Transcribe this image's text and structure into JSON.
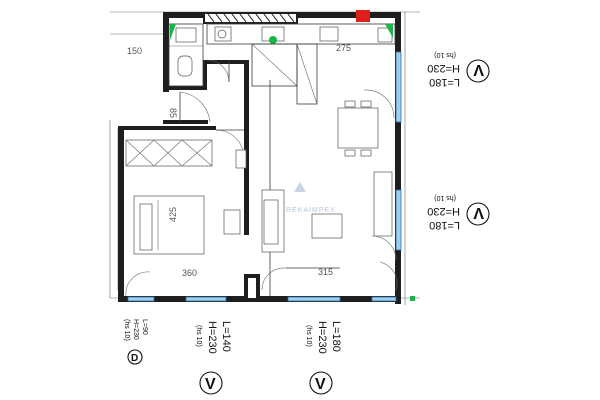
{
  "plan": {
    "dimensions": {
      "top_left": "150",
      "top_right": "275",
      "bedroom_depth": "425",
      "bedroom_width": "360",
      "living_width": "315",
      "corridor": "85"
    },
    "windows": {
      "right_upper": {
        "length": "L=180",
        "height": "H=230",
        "sill": "(hs 10)",
        "type": "V"
      },
      "right_lower": {
        "length": "L=180",
        "height": "H=230",
        "sill": "(hs 10)",
        "type": "V"
      },
      "bottom_left": {
        "length": "L=140",
        "height": "H=230",
        "sill": "(hs 10)",
        "type": "V"
      },
      "bottom_right": {
        "length": "L=180",
        "height": "H=230",
        "sill": "(hs 10)",
        "type": "V"
      },
      "door": {
        "length": "L=90",
        "height": "H=230",
        "sill": "(hs 10)",
        "type": "D"
      }
    },
    "watermark": "REKAIMPEX"
  },
  "colors": {
    "wall": "#1e1e1e",
    "window_fill": "#9fd0ef",
    "window_stroke": "#2d6da0",
    "green_fixture": "#19b34a",
    "red_fixture": "#e0201a"
  }
}
